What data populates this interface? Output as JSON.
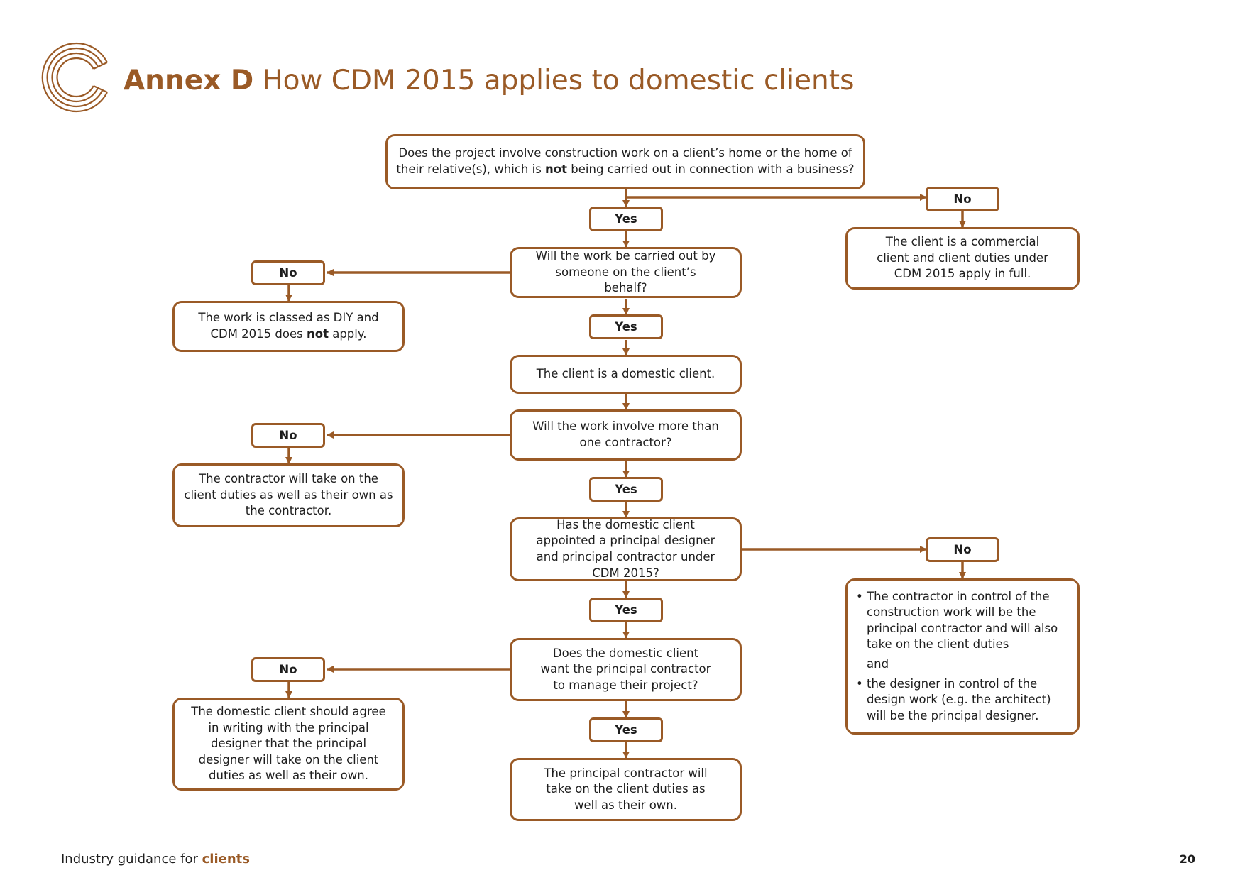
{
  "colors": {
    "accent": "#9a5a26",
    "text": "#1e1e1e"
  },
  "heading": {
    "annex": "Annex D",
    "title": "How CDM 2015 applies to domestic clients"
  },
  "logo": {
    "icon": "concentric-c-logo-icon"
  },
  "flowchart": {
    "q1": {
      "pre": "Does the project involve construction work on a client’s home or the home of their relative(s), which is ",
      "bold": "not",
      "post": " being carried out in connection with a business?"
    },
    "q1_yes": "Yes",
    "q1_no": "No",
    "q1_no_result": "The client is a commercial client and client duties under CDM 2015 apply in full.",
    "q2": "Will the work be carried out by someone on the client’s behalf?",
    "q2_no": "No",
    "q2_no_result": {
      "pre": "The work is classed as DIY and CDM 2015 does ",
      "bold": "not",
      "post": " apply."
    },
    "q2_yes": "Yes",
    "domestic_client": "The client is a domestic client.",
    "q3": "Will the work involve more than one contractor?",
    "q3_no": "No",
    "q3_no_result": "The contractor will take on the client duties as well as their own as the contractor.",
    "q3_yes": "Yes",
    "q4": "Has the domestic client appointed a principal designer and principal contractor under CDM 2015?",
    "q4_no": "No",
    "q4_no_result": {
      "bullet1": "The contractor in control of the construction work will be the principal contractor and will also take on the client duties",
      "and": "and",
      "bullet2": "the designer in control of the design work (e.g. the architect) will be the principal designer."
    },
    "q4_yes": "Yes",
    "q5": "Does the domestic client want the principal contractor to manage their project?",
    "q5_no": "No",
    "q5_no_result": "The domestic client should agree in writing with the principal designer that the principal designer will take on the client duties as well as their own.",
    "q5_yes": "Yes",
    "q5_yes_result": "The principal contractor will take on the client duties as well as their own."
  },
  "footer": {
    "prefix": "Industry guidance for ",
    "emph": "clients",
    "page": "20"
  }
}
